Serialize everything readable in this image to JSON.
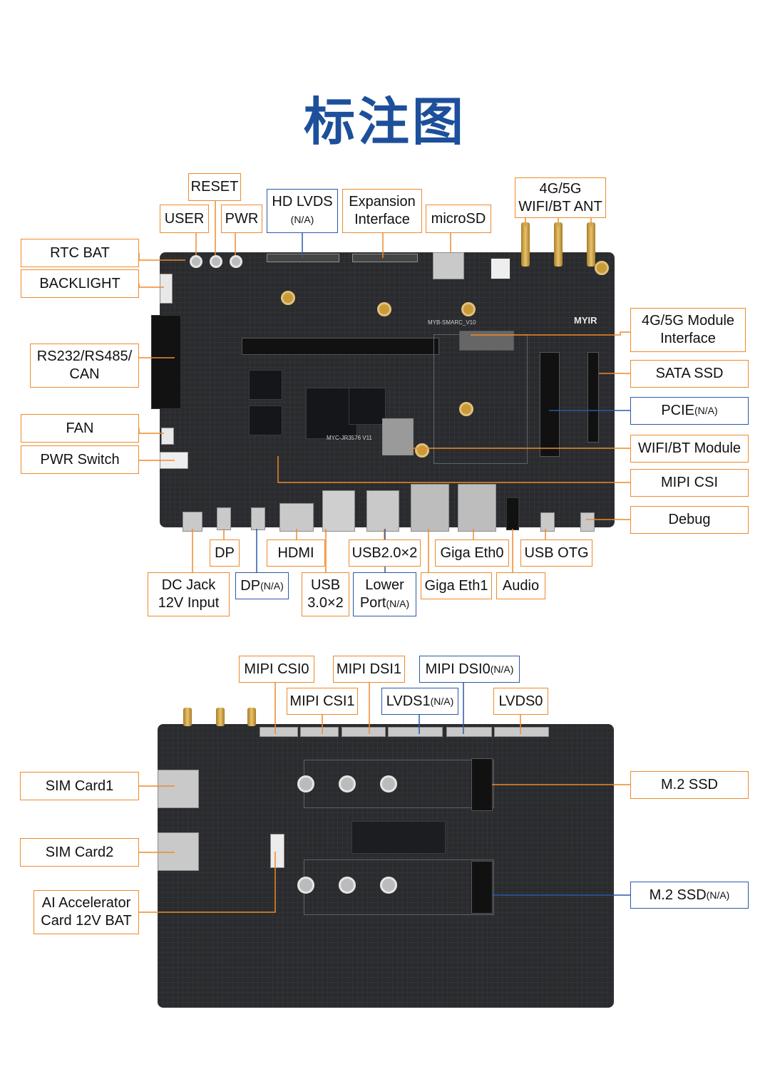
{
  "title": "标注图",
  "colors": {
    "title": "#1d4f9a",
    "supported_border": "#ee8a2c",
    "na_border": "#2c59a8",
    "board": "#2a2b2e"
  },
  "board_prints": {
    "brand": "MYIR",
    "model": "MYB-SMARC_V10",
    "module": "MYC-JR3576 V11"
  },
  "top_labels": {
    "rtc_bat": "RTC BAT",
    "backlight": "BACKLIGHT",
    "rs232": [
      "RS232/RS485/",
      "CAN"
    ],
    "fan": "FAN",
    "pwr_switch": "PWR Switch",
    "user": "USER",
    "reset": "RESET",
    "pwr": "PWR",
    "hd_lvds": "HD LVDS",
    "hd_lvds_na": "(N/A)",
    "expansion": [
      "Expansion",
      "Interface"
    ],
    "microsd": "microSD",
    "ant": [
      "4G/5G",
      "WIFI/BT ANT"
    ],
    "module_4g5g": [
      "4G/5G Module",
      "Interface"
    ],
    "sata": "SATA SSD",
    "pcie": "PCIE",
    "pcie_na": "(N/A)",
    "wifi_bt": "WIFI/BT Module",
    "mipi_csi": "MIPI CSI",
    "debug": "Debug",
    "dp": "DP",
    "hdmi": "HDMI",
    "usb20": "USB2.0×2",
    "giga_eth0": "Giga Eth0",
    "usb_otg": "USB OTG",
    "dc_jack": [
      "DC Jack",
      "12V Input"
    ],
    "dp2": "DP",
    "dp2_na": "(N/A)",
    "usb30": [
      "USB",
      "3.0×2"
    ],
    "lower_port": [
      "Lower",
      "Port"
    ],
    "lower_port_na": "(N/A)",
    "giga_eth1": "Giga Eth1",
    "audio": "Audio"
  },
  "bottom_labels": {
    "mipi_csi0": "MIPI CSI0",
    "mipi_dsi1": "MIPI DSI1",
    "mipi_dsi0": "MIPI DSI0",
    "mipi_dsi0_na": "(N/A)",
    "mipi_csi1": "MIPI CSI1",
    "lvds1": "LVDS1",
    "lvds1_na": "(N/A)",
    "lvds0": "LVDS0",
    "sim1": "SIM Card1",
    "sim2": "SIM Card2",
    "ai_acc": [
      "AI Accelerator",
      "Card 12V BAT"
    ],
    "m2_ssd": "M.2 SSD",
    "m2_ssd2": "M.2 SSD",
    "m2_ssd2_na": "(N/A)"
  }
}
